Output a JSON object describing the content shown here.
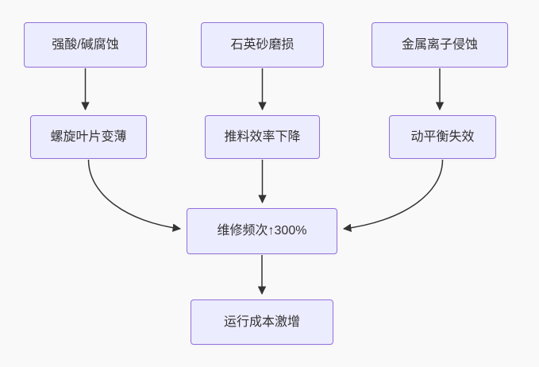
{
  "diagram": {
    "type": "flowchart",
    "direction": "top-down",
    "nodes": [
      {
        "id": "acid-alkali-corrosion",
        "label": "强酸/碱腐蚀"
      },
      {
        "id": "quartz-sand-wear",
        "label": "石英砂磨损"
      },
      {
        "id": "metal-ion-erosion",
        "label": "金属离子侵蚀"
      },
      {
        "id": "spiral-blade-thinning",
        "label": "螺旋叶片变薄"
      },
      {
        "id": "pushing-efficiency-drop",
        "label": "推料效率下降"
      },
      {
        "id": "dynamic-balance-failure",
        "label": "动平衡失效"
      },
      {
        "id": "maintenance-frequency",
        "label": "维修频次↑300%"
      },
      {
        "id": "operating-cost-surge",
        "label": "运行成本激增"
      }
    ],
    "edges": [
      {
        "from": "强酸/碱腐蚀",
        "to": "螺旋叶片变薄"
      },
      {
        "from": "石英砂磨损",
        "to": "推料效率下降"
      },
      {
        "from": "金属离子侵蚀",
        "to": "动平衡失效"
      },
      {
        "from": "螺旋叶片变薄",
        "to": "维修频次↑300%"
      },
      {
        "from": "推料效率下降",
        "to": "维修频次↑300%"
      },
      {
        "from": "动平衡失效",
        "to": "维修频次↑300%"
      },
      {
        "from": "维修频次↑300%",
        "to": "运行成本激增"
      }
    ],
    "colors": {
      "node_fill": "#ECECFF",
      "node_border": "#9370DB",
      "arrow": "#333333",
      "text": "#333333",
      "background": "#F9F9F9"
    }
  }
}
